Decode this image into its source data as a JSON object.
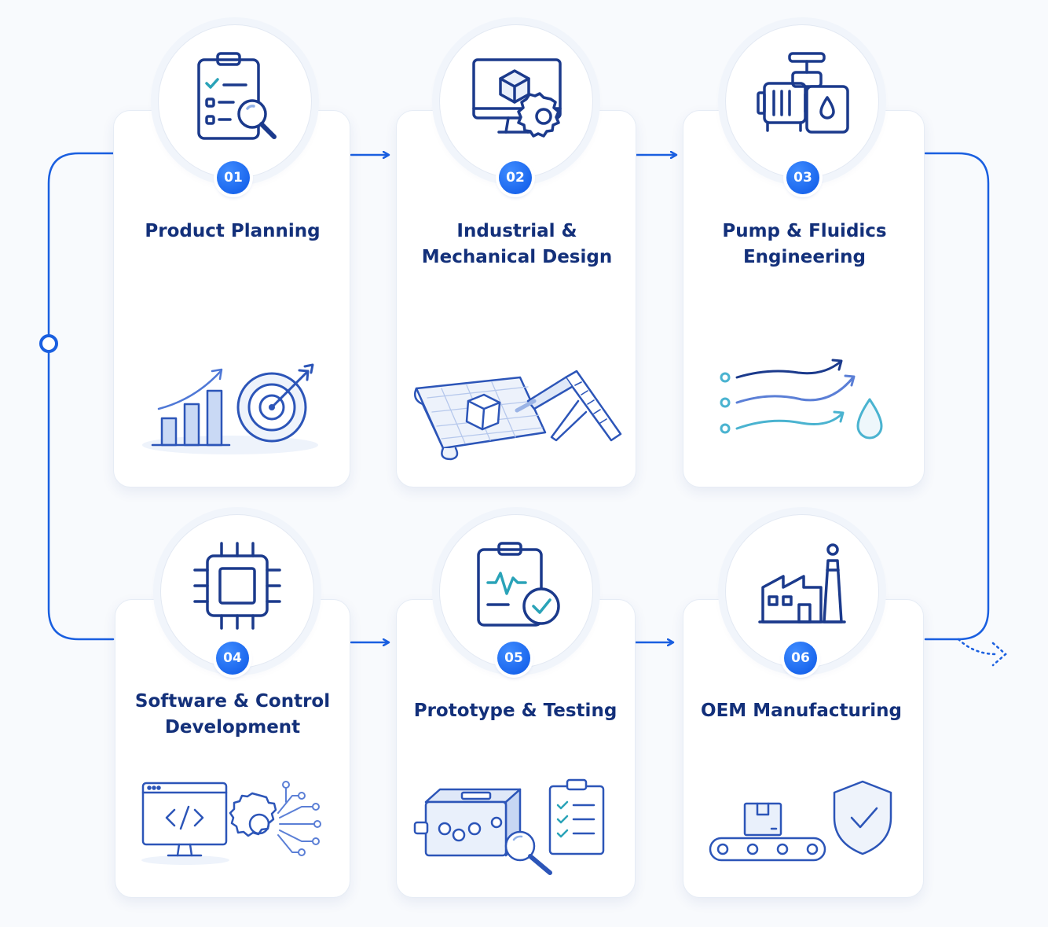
{
  "steps": [
    {
      "number": "01",
      "title_lines": [
        "Product Planning"
      ]
    },
    {
      "number": "02",
      "title_lines": [
        "Industrial &",
        "Mechanical Design"
      ]
    },
    {
      "number": "03",
      "title_lines": [
        "Pump & Fluidics",
        "Engineering"
      ]
    },
    {
      "number": "04",
      "title_lines": [
        "Software & Control",
        "Development"
      ]
    },
    {
      "number": "05",
      "title_lines": [
        "Prototype & Testing"
      ]
    },
    {
      "number": "06",
      "title_lines": [
        "OEM Manufacturing"
      ]
    }
  ],
  "colors": {
    "accent": "#1a5fe0",
    "icon_stroke": "#1b3a8c",
    "title_text": "#13307a",
    "background": "#f8fafd",
    "fluid_teal": "#4ab3d0"
  }
}
